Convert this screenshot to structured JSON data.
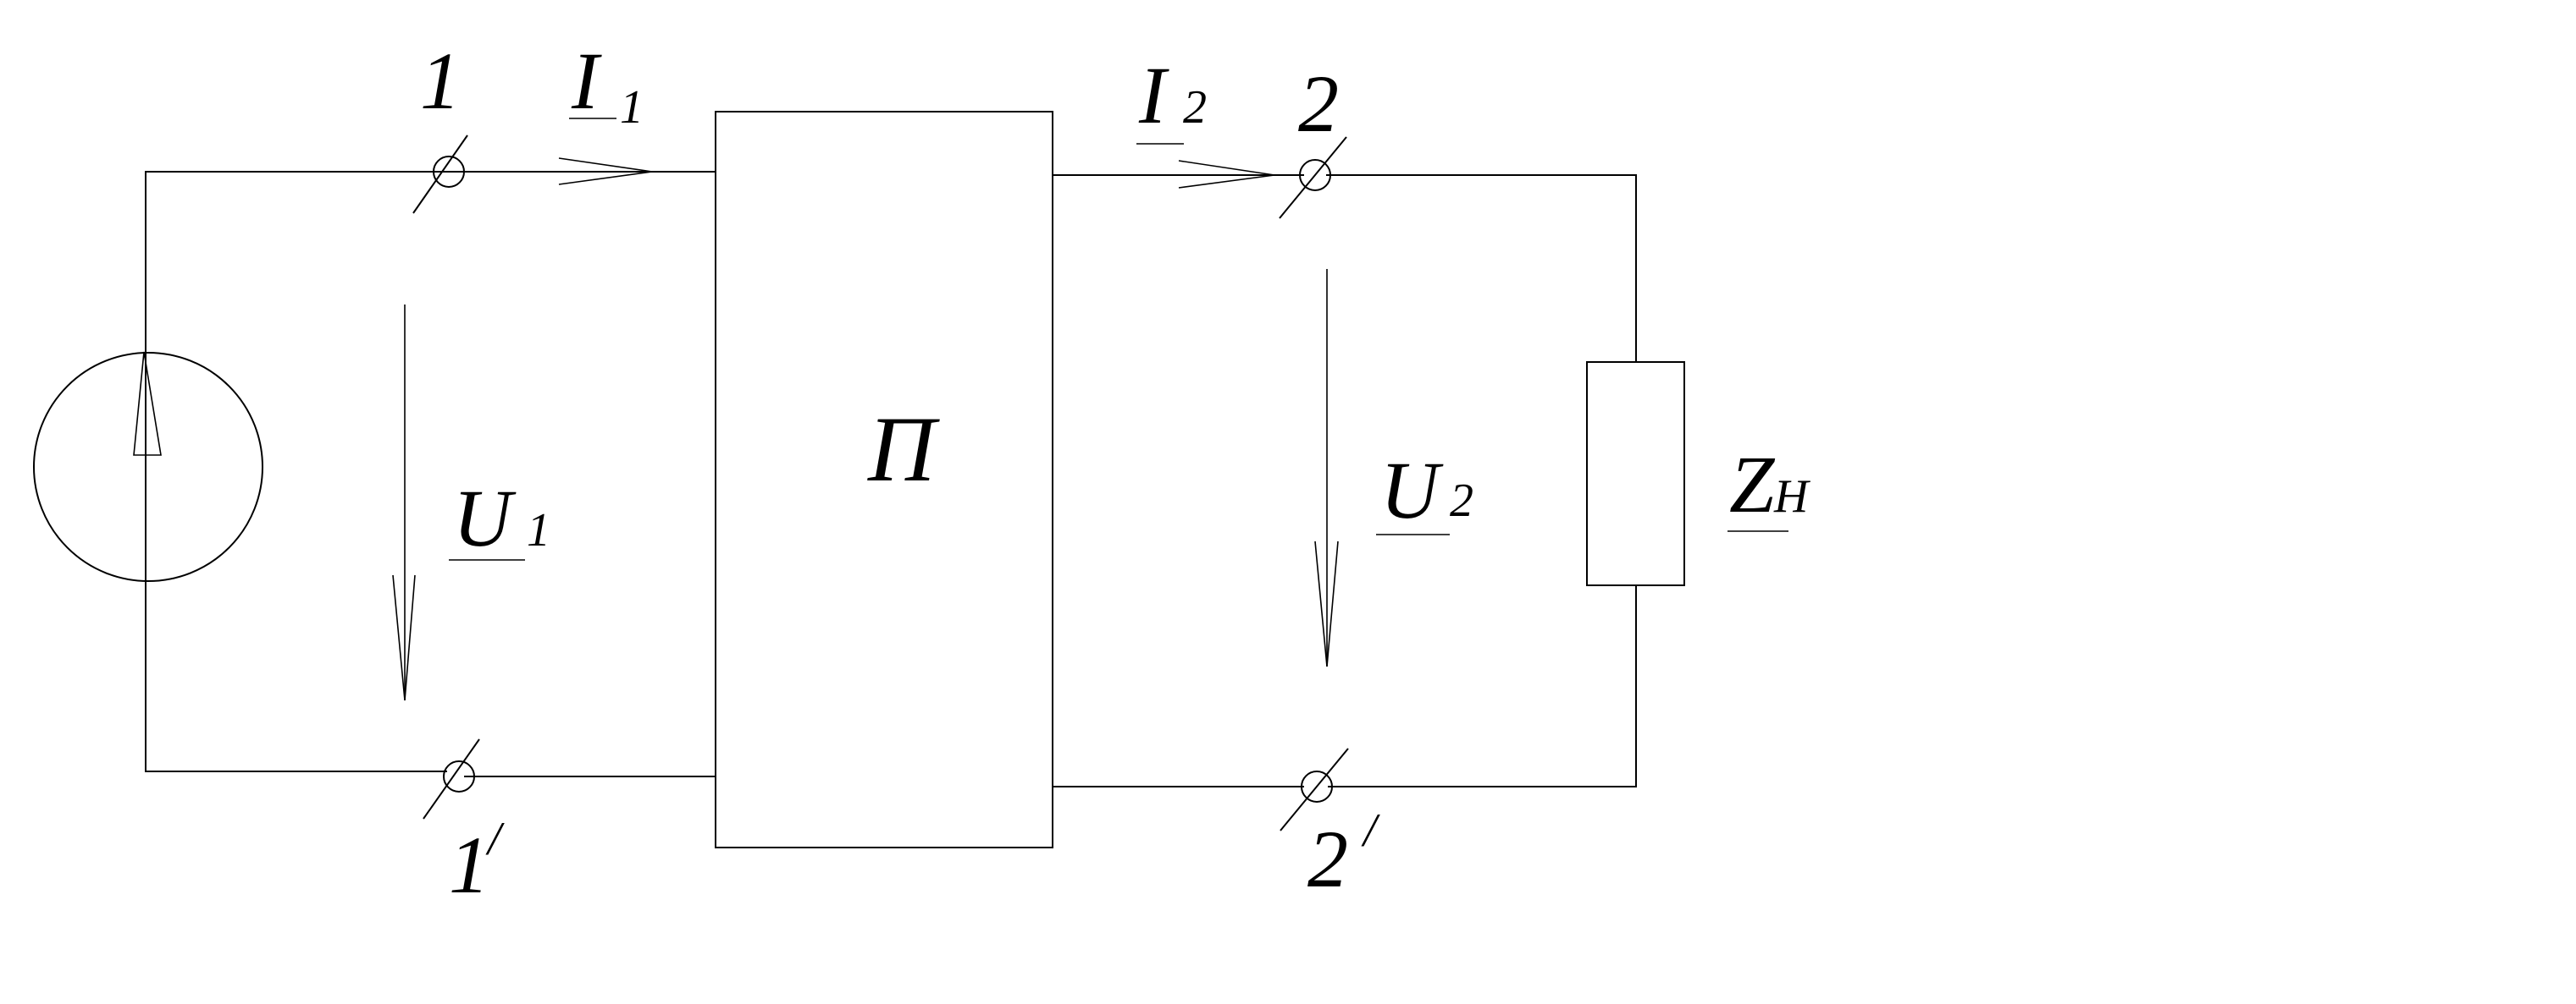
{
  "diagram": {
    "port_box_label": "П",
    "port1": {
      "terminal_top": "1",
      "terminal_bottom": "1",
      "terminal_bottom_mark": "/",
      "current": {
        "symbol": "I",
        "index": "1"
      },
      "voltage": {
        "symbol": "U",
        "index": "1"
      }
    },
    "port2": {
      "terminal_top": "2",
      "terminal_bottom": "2",
      "terminal_bottom_mark": "/",
      "current": {
        "symbol": "I",
        "index": "2"
      },
      "voltage": {
        "symbol": "U",
        "index": "2"
      }
    },
    "load": {
      "symbol": "Z",
      "index": "H"
    }
  }
}
